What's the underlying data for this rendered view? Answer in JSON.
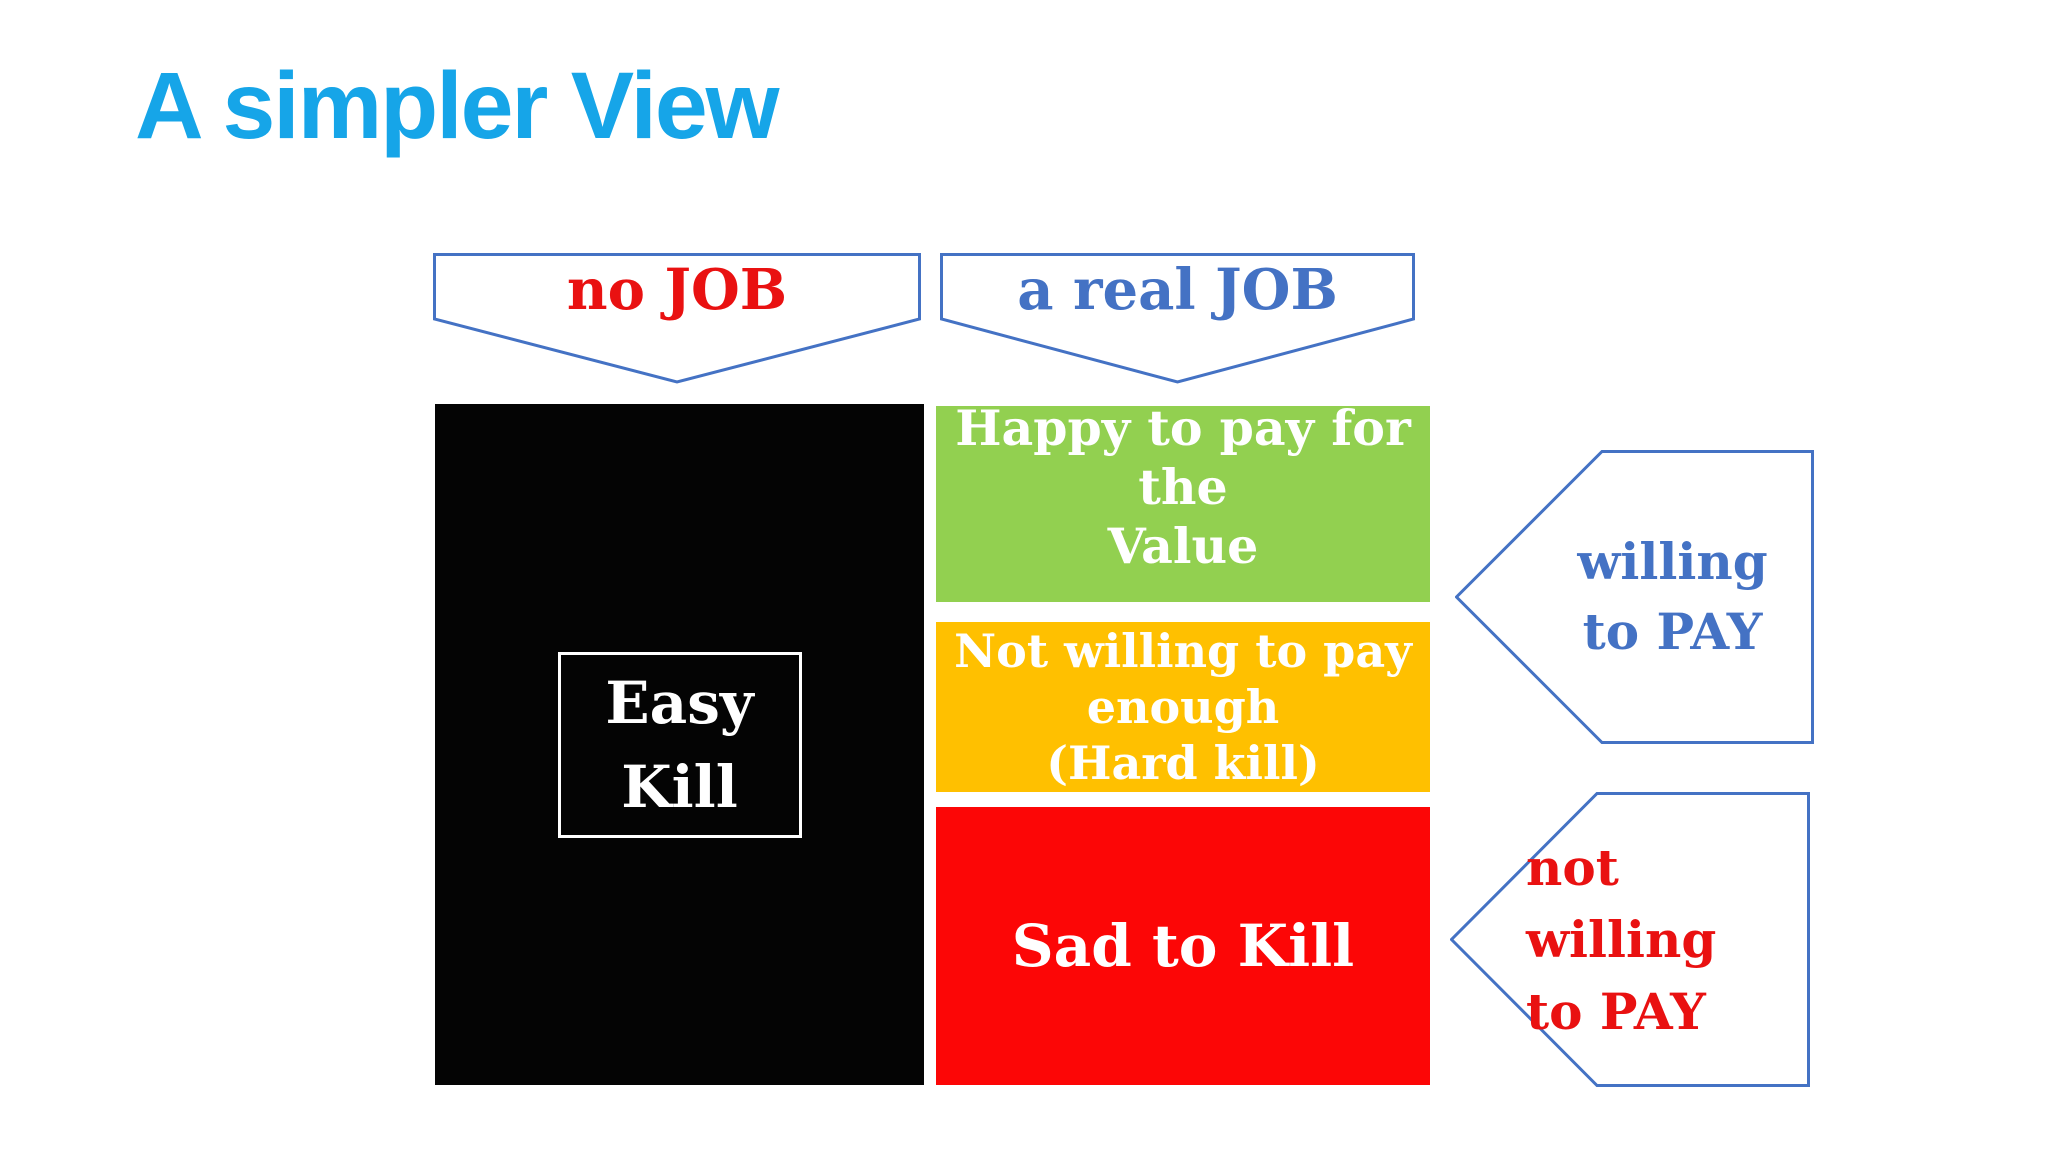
{
  "slide": {
    "title": "A simpler View",
    "colors": {
      "title": "#16A5E8",
      "outline": "#4472C4",
      "blue_text": "#4472C4",
      "red_text": "#E91111",
      "white_text": "#FFFFFF",
      "black_box": "#040404",
      "green_box": "#92D050",
      "orange_box": "#FFC000",
      "red_box": "#FC0606",
      "shape_fill": "#FFFFFF"
    },
    "column_labels": {
      "no_job": "no JOB",
      "real_job": "a real JOB"
    },
    "cells": {
      "easy_kill": "Easy\nKill",
      "happy_to_pay": "Happy to pay for the\nValue",
      "not_enough": "Not willing to pay\nenough\n(Hard kill)",
      "sad_to_kill": "Sad to Kill"
    },
    "row_labels": {
      "willing": "willing\nto PAY",
      "not_willing": "not willing\nto PAY"
    }
  }
}
